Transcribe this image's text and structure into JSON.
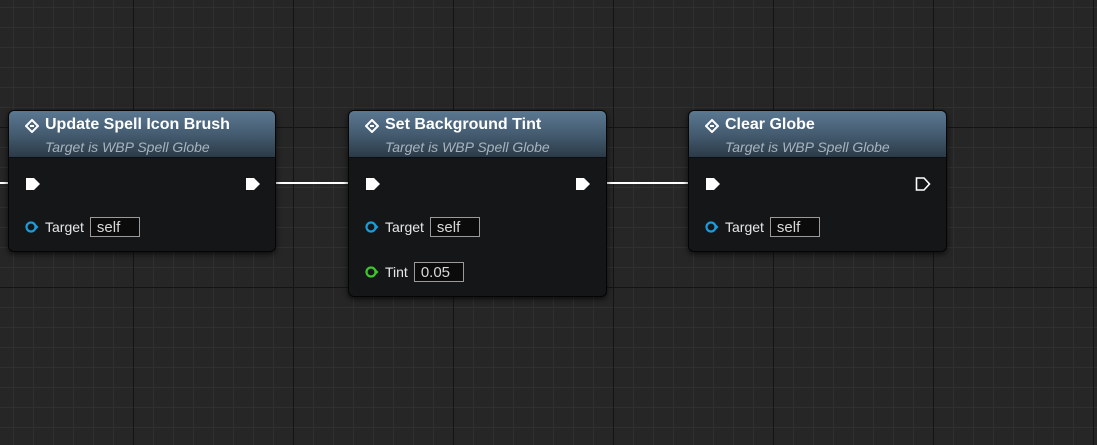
{
  "nodes": [
    {
      "title": "Update Spell Icon Brush",
      "subtitle": "Target is WBP Spell Globe",
      "pins": [
        {
          "label": "Target",
          "value": "self",
          "type": "object"
        }
      ]
    },
    {
      "title": "Set Background Tint",
      "subtitle": "Target is WBP Spell Globe",
      "pins": [
        {
          "label": "Target",
          "value": "self",
          "type": "object"
        },
        {
          "label": "Tint",
          "value": "0.05",
          "type": "float"
        }
      ]
    },
    {
      "title": "Clear Globe",
      "subtitle": "Target is WBP Spell Globe",
      "pins": [
        {
          "label": "Target",
          "value": "self",
          "type": "object"
        }
      ]
    }
  ],
  "colors": {
    "object_pin": "#1a9bdc",
    "float_pin": "#3fc42b",
    "exec_pin": "#ffffff",
    "header_top": "#5b7892",
    "background": "#262626"
  },
  "icons": {
    "function": "function-diamond-icon",
    "exec": "exec-arrow-icon"
  }
}
